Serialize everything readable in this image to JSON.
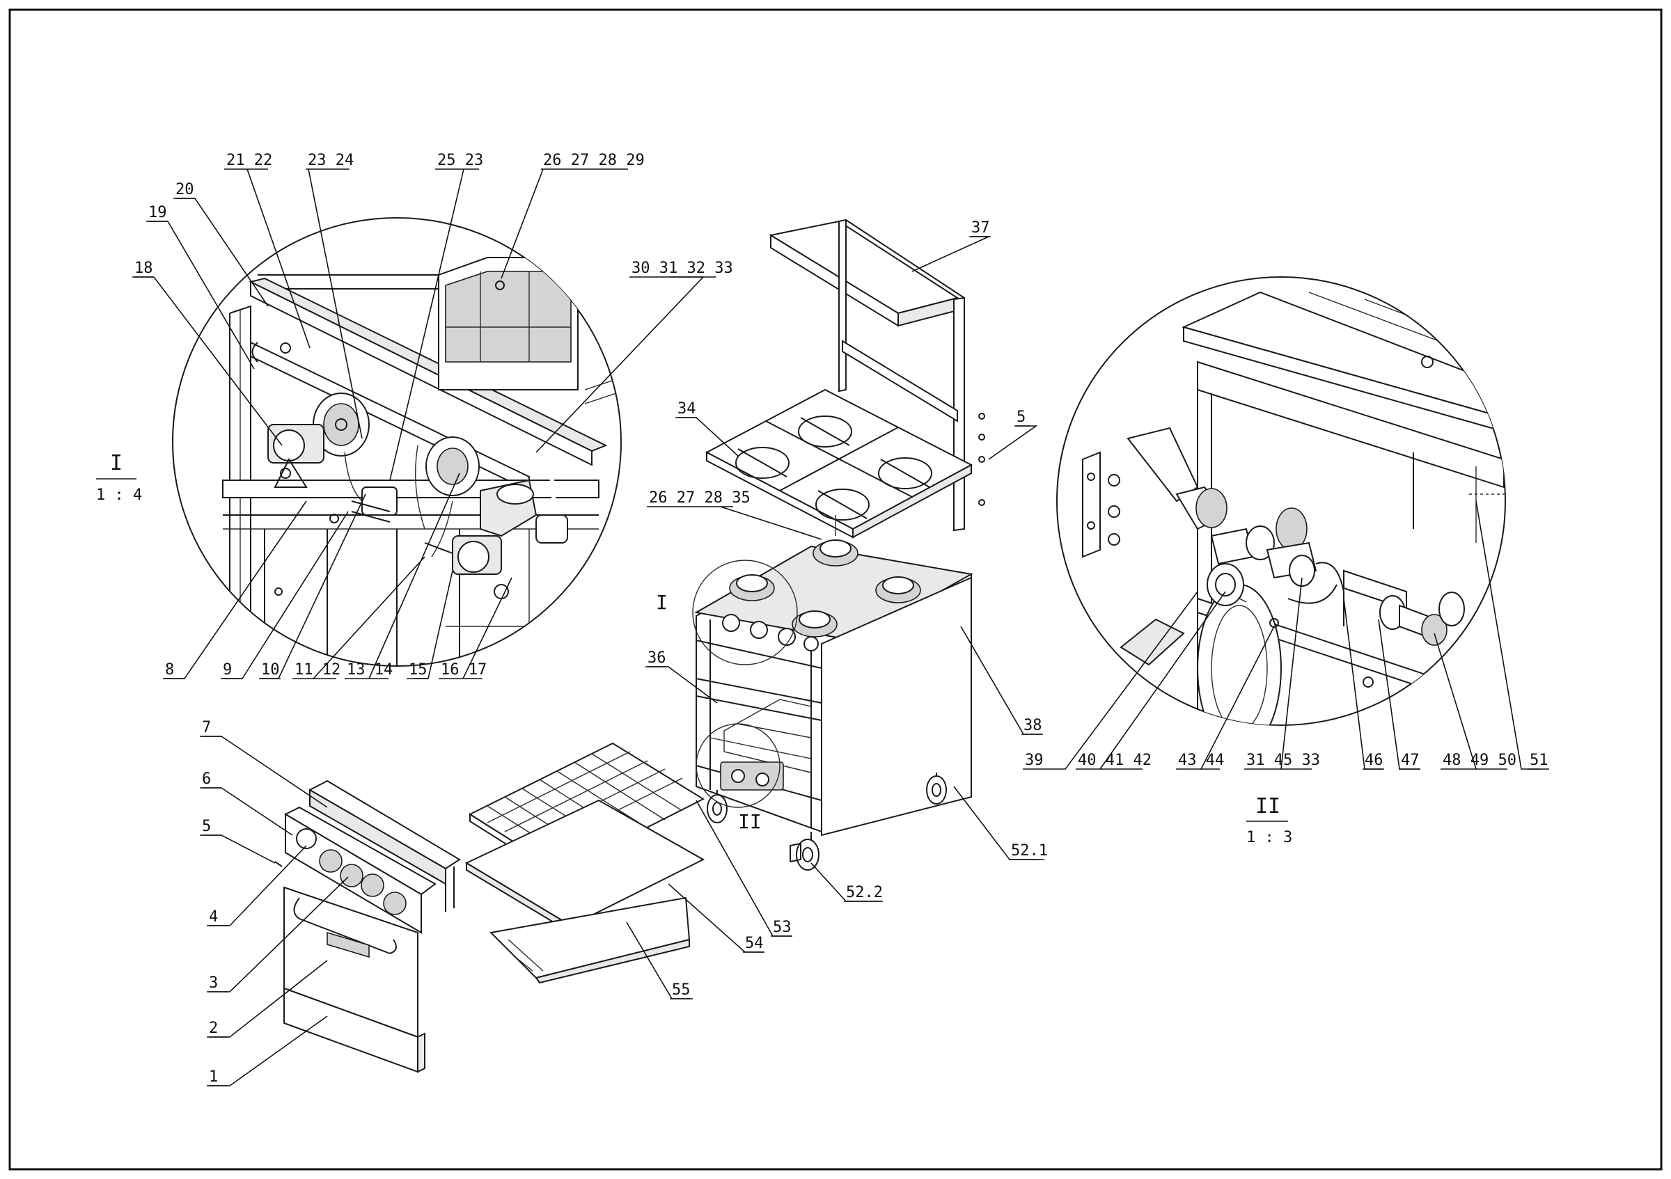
{
  "callouts": [
    {
      "id": "c1",
      "label": "1"
    },
    {
      "id": "c2",
      "label": "2"
    },
    {
      "id": "c3",
      "label": "3"
    },
    {
      "id": "c4",
      "label": "4"
    },
    {
      "id": "c5a",
      "label": "5"
    },
    {
      "id": "c6",
      "label": "6"
    },
    {
      "id": "c7",
      "label": "7"
    },
    {
      "id": "c8",
      "label": "8"
    },
    {
      "id": "c9",
      "label": "9"
    },
    {
      "id": "c10",
      "label": "10"
    },
    {
      "id": "c1112",
      "label": "11 12"
    },
    {
      "id": "c1314",
      "label": "13 14"
    },
    {
      "id": "c15",
      "label": "15"
    },
    {
      "id": "c1617",
      "label": "16 17"
    },
    {
      "id": "c18",
      "label": "18"
    },
    {
      "id": "c19",
      "label": "19"
    },
    {
      "id": "c20",
      "label": "20"
    },
    {
      "id": "c2122",
      "label": "21 22"
    },
    {
      "id": "c2324",
      "label": "23 24"
    },
    {
      "id": "c2523",
      "label": "25 23"
    },
    {
      "id": "c26a",
      "label": "26 27 28 29"
    },
    {
      "id": "c30",
      "label": "30 31 32 33"
    },
    {
      "id": "c34",
      "label": "34"
    },
    {
      "id": "c26b",
      "label": "26 27 28 35"
    },
    {
      "id": "c36",
      "label": "36"
    },
    {
      "id": "c37",
      "label": "37"
    },
    {
      "id": "c38",
      "label": "38"
    },
    {
      "id": "c5b",
      "label": "5"
    },
    {
      "id": "c39",
      "label": "39"
    },
    {
      "id": "c404142",
      "label": "40 41 42"
    },
    {
      "id": "c4344",
      "label": "43 44"
    },
    {
      "id": "c314533",
      "label": "31 45 33"
    },
    {
      "id": "c46",
      "label": "46"
    },
    {
      "id": "c47",
      "label": "47"
    },
    {
      "id": "c484950",
      "label": "48 49 50"
    },
    {
      "id": "c51",
      "label": "51"
    },
    {
      "id": "c521",
      "label": "52.1"
    },
    {
      "id": "c522",
      "label": "52.2"
    },
    {
      "id": "c53",
      "label": "53"
    },
    {
      "id": "c54",
      "label": "54"
    },
    {
      "id": "c55",
      "label": "55"
    }
  ],
  "views": [
    {
      "id": "view-I",
      "name": "I",
      "scale": "1 : 4"
    },
    {
      "id": "view-II",
      "name": "II",
      "scale": "1 : 3"
    }
  ],
  "view_markers": {
    "I": "I",
    "II": "II"
  },
  "colors": {
    "line": "#1a1a1a",
    "paper": "#ffffff",
    "part_shade": "#e9e9e9"
  }
}
